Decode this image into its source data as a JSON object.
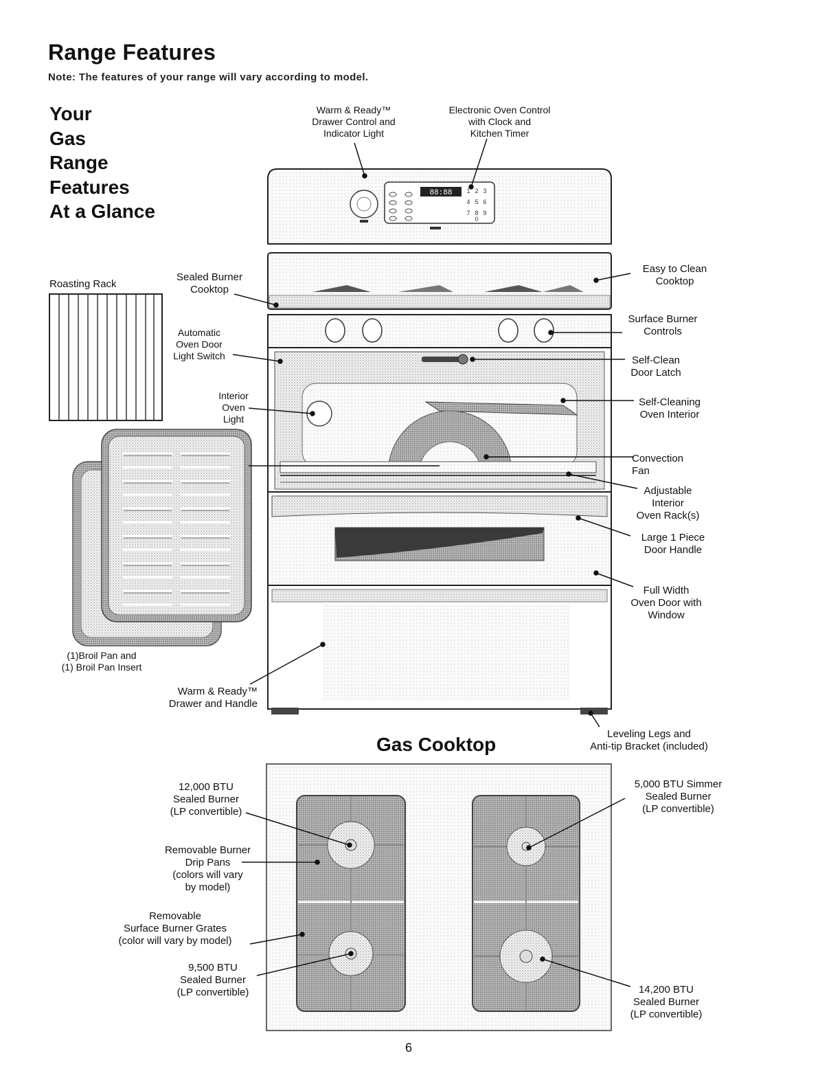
{
  "header": {
    "title": "Range Features",
    "note": "Note: The features of your range will vary according to model."
  },
  "intro": {
    "heading": "Your\nGas\nRange\nFeatures\nAt a Glance"
  },
  "range_labels": {
    "warm_ready_control": "Warm & Ready™\nDrawer Control and\nIndicator Light",
    "electronic_control": "Electronic Oven Control\nwith Clock and\nKitchen Timer",
    "roasting_rack": "Roasting Rack",
    "sealed_burner_cooktop": "Sealed Burner\nCooktop",
    "easy_clean": "Easy to Clean\nCooktop",
    "surface_burner_controls": "Surface Burner\nControls",
    "auto_light_switch": "Automatic\nOven Door\nLight Switch",
    "self_clean_latch": "Self-Clean\nDoor Latch",
    "interior_light": "Interior\nOven\nLight",
    "self_cleaning_interior": "Self-Cleaning\nOven Interior",
    "convection_fan": "Convection\nFan",
    "adjustable_rack": "Adjustable\nInterior\nOven Rack(s)",
    "door_handle": "Large 1 Piece\nDoor Handle",
    "oven_door": "Full Width\nOven Door with\nWindow",
    "broil_pan": "(1)Broil Pan and\n(1) Broil Pan Insert",
    "warm_drawer": "Warm & Ready™\nDrawer and Handle",
    "leveling_legs": "Leveling Legs and\nAnti-tip Bracket (included)"
  },
  "cooktop": {
    "heading": "Gas Cooktop",
    "burner_12000": "12,000 BTU\nSealed Burner\n(LP convertible)",
    "drip_pans": "Removable Burner\nDrip Pans\n(colors will vary\nby model)",
    "grates": "Removable\nSurface Burner Grates\n(color will vary by model)",
    "burner_9500": "9,500 BTU\nSealed Burner\n(LP convertible)",
    "burner_5000": "5,000 BTU Simmer\nSealed Burner\n(LP convertible)",
    "burner_14200": "14,200 BTU\nSealed Burner\n(LP convertible)"
  },
  "display": {
    "clock": "88:88",
    "keypad": [
      "1",
      "2",
      "3",
      "4",
      "5",
      "6",
      "7",
      "8",
      "9",
      "0"
    ]
  },
  "footer": {
    "page_number": "6"
  }
}
